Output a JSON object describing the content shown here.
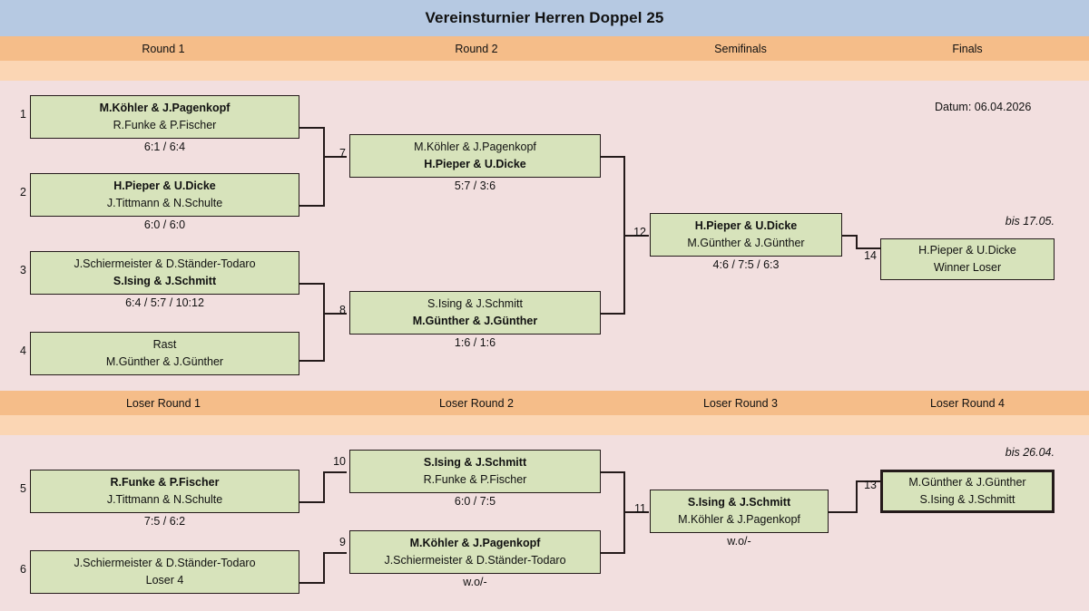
{
  "header": {
    "title": "Vereinsturnier Herren Doppel 25",
    "date_label": "Datum: 06.04.2026"
  },
  "winner_rounds": [
    {
      "label": "Round 1"
    },
    {
      "label": "Round 2"
    },
    {
      "label": "Semifinals"
    },
    {
      "label": "Finals"
    }
  ],
  "loser_rounds": [
    {
      "label": "Loser Round 1"
    },
    {
      "label": "Loser Round 2"
    },
    {
      "label": "Loser Round 3"
    },
    {
      "label": "Loser Round 4"
    }
  ],
  "matches": {
    "m1": {
      "number": "1",
      "top": "M.Köhler & J.Pagenkopf",
      "bottom": "R.Funke & P.Fischer",
      "score": "6:1 / 6:4",
      "winner": "top"
    },
    "m2": {
      "number": "2",
      "top": "H.Pieper & U.Dicke",
      "bottom": "J.Tittmann & N.Schulte",
      "score": "6:0 / 6:0",
      "winner": "top"
    },
    "m3": {
      "number": "3",
      "top": "J.Schiermeister & D.Ständer-Todaro",
      "bottom": "S.Ising & J.Schmitt",
      "score": "6:4 / 5:7 / 10:12",
      "winner": "bottom"
    },
    "m4": {
      "number": "4",
      "top": "Rast",
      "bottom": "M.Günther & J.Günther",
      "score": "",
      "winner": "none"
    },
    "m7": {
      "number": "7",
      "top": "M.Köhler & J.Pagenkopf",
      "bottom": "H.Pieper & U.Dicke",
      "score": "5:7 / 3:6",
      "winner": "bottom"
    },
    "m8": {
      "number": "8",
      "top": "S.Ising & J.Schmitt",
      "bottom": "M.Günther & J.Günther",
      "score": "1:6 / 1:6",
      "winner": "bottom"
    },
    "m12": {
      "number": "12",
      "top": "H.Pieper & U.Dicke",
      "bottom": "M.Günther & J.Günther",
      "score": "4:6 / 7:5 / 6:3",
      "winner": "top"
    },
    "m14": {
      "number": "14",
      "top": "H.Pieper & U.Dicke",
      "bottom": "Winner Loser",
      "score": "",
      "winner": "none",
      "note": "bis 17.05."
    },
    "m5": {
      "number": "5",
      "top": "R.Funke & P.Fischer",
      "bottom": "J.Tittmann & N.Schulte",
      "score": "7:5 / 6:2",
      "winner": "top"
    },
    "m6": {
      "number": "6",
      "top": "J.Schiermeister & D.Ständer-Todaro",
      "bottom": "Loser 4",
      "score": "",
      "winner": "none"
    },
    "m10": {
      "number": "10",
      "top": "S.Ising & J.Schmitt",
      "bottom": "R.Funke & P.Fischer",
      "score": "6:0 / 7:5",
      "winner": "top"
    },
    "m9": {
      "number": "9",
      "top": "M.Köhler & J.Pagenkopf",
      "bottom": "J.Schiermeister & D.Ständer-Todaro",
      "score": "w.o/-",
      "winner": "top"
    },
    "m11": {
      "number": "11",
      "top": "S.Ising & J.Schmitt",
      "bottom": "M.Köhler & J.Pagenkopf",
      "score": "w.o/-",
      "winner": "top"
    },
    "m13": {
      "number": "13",
      "top": "M.Günther & J.Günther",
      "bottom": "S.Ising & J.Schmitt",
      "score": "",
      "winner": "none",
      "note": "bis 26.04."
    }
  },
  "colors": {
    "title_band": "#b6c9e2",
    "round_band": "#f5bd89",
    "sub_band": "#fbd6b4",
    "body": "#f2dfdf",
    "box_fill": "#d7e3bb",
    "box_border": "#241a1a"
  }
}
